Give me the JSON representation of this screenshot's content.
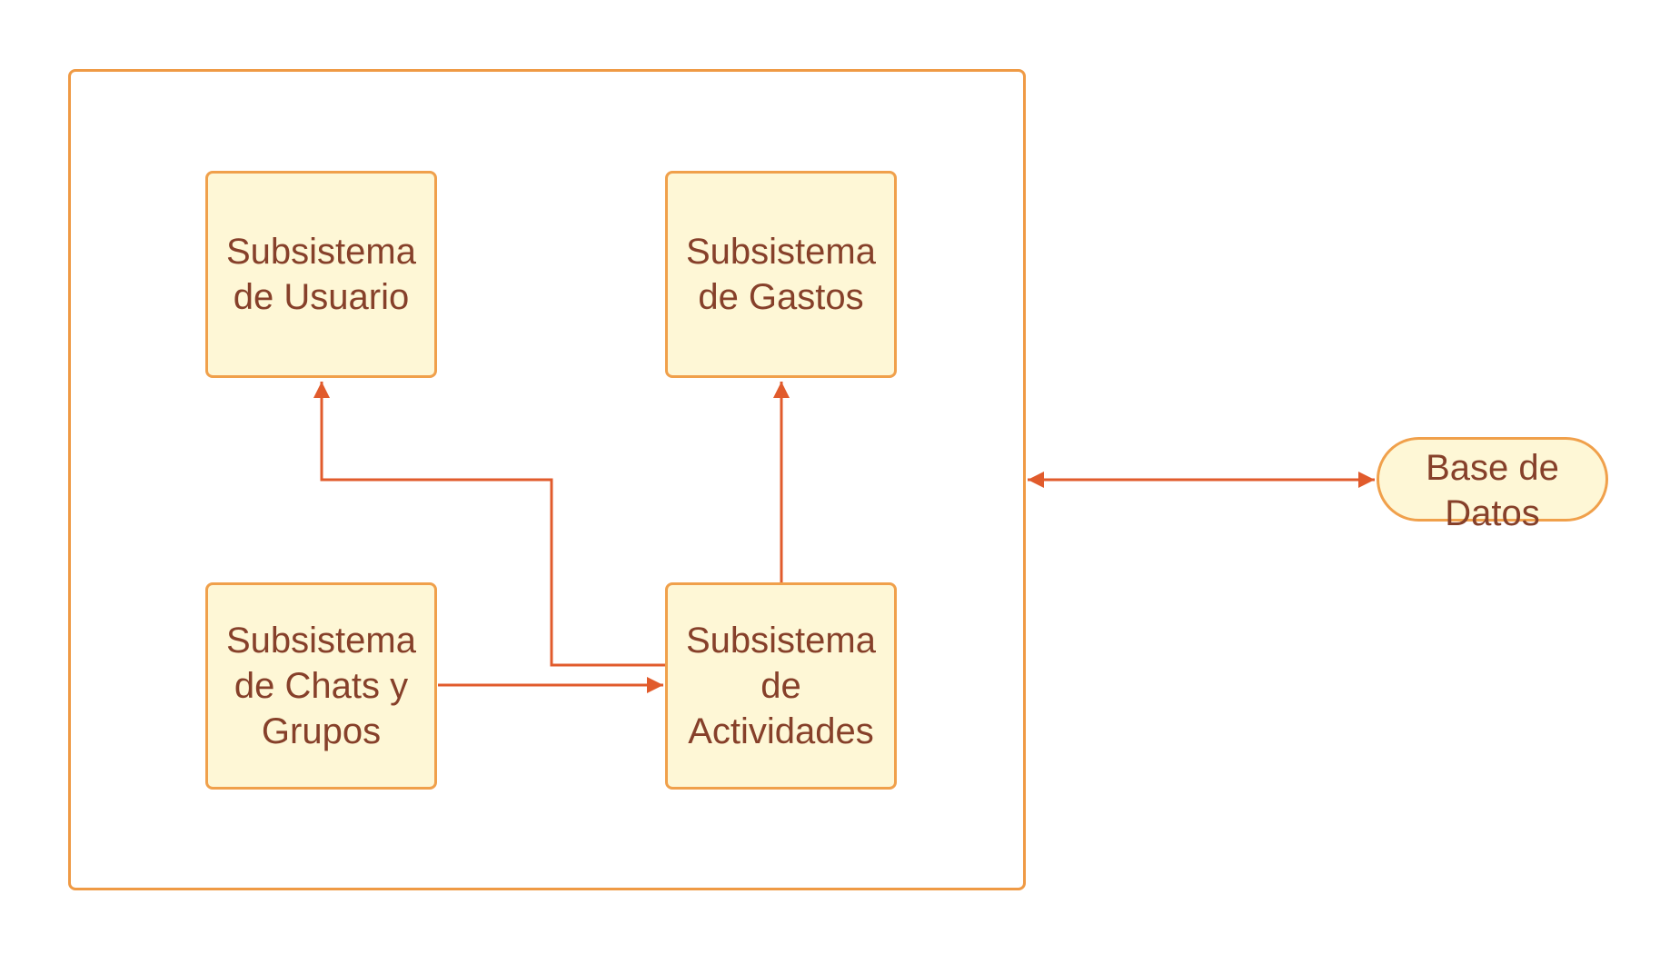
{
  "diagram": {
    "nodes": {
      "usuario": "Subsistema\nde Usuario",
      "gastos": "Subsistema\nde Gastos",
      "chats": "Subsistema\nde Chats y\nGrupos",
      "actividades": "Subsistema\nde\nActividades",
      "base_datos": "Base de\nDatos"
    },
    "edges": [
      {
        "from": "chats",
        "to": "actividades"
      },
      {
        "from": "actividades",
        "to": "usuario"
      },
      {
        "from": "actividades",
        "to": "gastos"
      },
      {
        "from": "sistema",
        "to": "base_datos",
        "bidirectional": true
      }
    ],
    "colors": {
      "node_fill": "#fef7d6",
      "node_border": "#f0a04b",
      "container_border": "#ef9a45",
      "edge": "#e15b2c",
      "text": "#86402a"
    }
  }
}
